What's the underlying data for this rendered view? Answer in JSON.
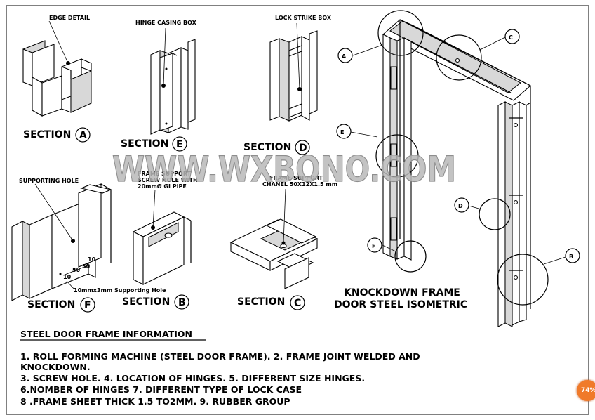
{
  "section_titles": {
    "a": {
      "word": "SECTION",
      "letter": "A"
    },
    "e": {
      "word": "SECTION",
      "letter": "E"
    },
    "d": {
      "word": "SECTION",
      "letter": "D"
    },
    "f": {
      "word": "SECTION",
      "letter": "F"
    },
    "b": {
      "word": "SECTION",
      "letter": "B"
    },
    "c": {
      "word": "SECTION",
      "letter": "C"
    }
  },
  "annotations": {
    "edge_detail": "EDGE DETAIL",
    "hinge_casing_box": "HINGE CASING BOX",
    "lock_strike_box": "LOCK STRIKE BOX",
    "supporting_hole": "SUPPORTING HOLE",
    "frame_support_screw_1": "FRAME SUPPORT",
    "frame_support_screw_2": "SCREW HOLE WITH",
    "frame_support_screw_3": "20mmØ GI PIPE",
    "frame_support_chanel_1": "FRAME SUPPORT",
    "frame_support_chanel_2": "CHANEL 50X12X1.5 mm",
    "supporting_hole_size": "10mmx3mm Supporting Hole",
    "dim_1": "10",
    "dim_2": "50",
    "dim_3": "50",
    "dim_4": "10"
  },
  "isometric": {
    "title_line1": "KNOCKDOWN FRAME",
    "title_line2": "DOOR STEEL ISOMETRIC",
    "callouts": [
      "A",
      "C",
      "E",
      "D",
      "F",
      "B"
    ]
  },
  "watermark": "WWW.WXBONO.COM",
  "info": {
    "heading": "STEEL DOOR FRAME INFORMATION",
    "lines": [
      "1. ROLL FORMING MACHINE (STEEL DOOR FRAME).  2. FRAME JOINT WELDED AND",
      "KNOCKDOWN.",
      "3. SCREW HOLE.  4. LOCATION OF HINGES. 5. DIFFERENT SIZE HINGES.",
      "6.NOMBER OF HINGES    7. DIFFERENT TYPE OF LOCK CASE",
      "8 .FRAME SHEET THICK 1.5 TO2MM.      9. RUBBER GROUP"
    ]
  },
  "zoom_badge": "74%"
}
